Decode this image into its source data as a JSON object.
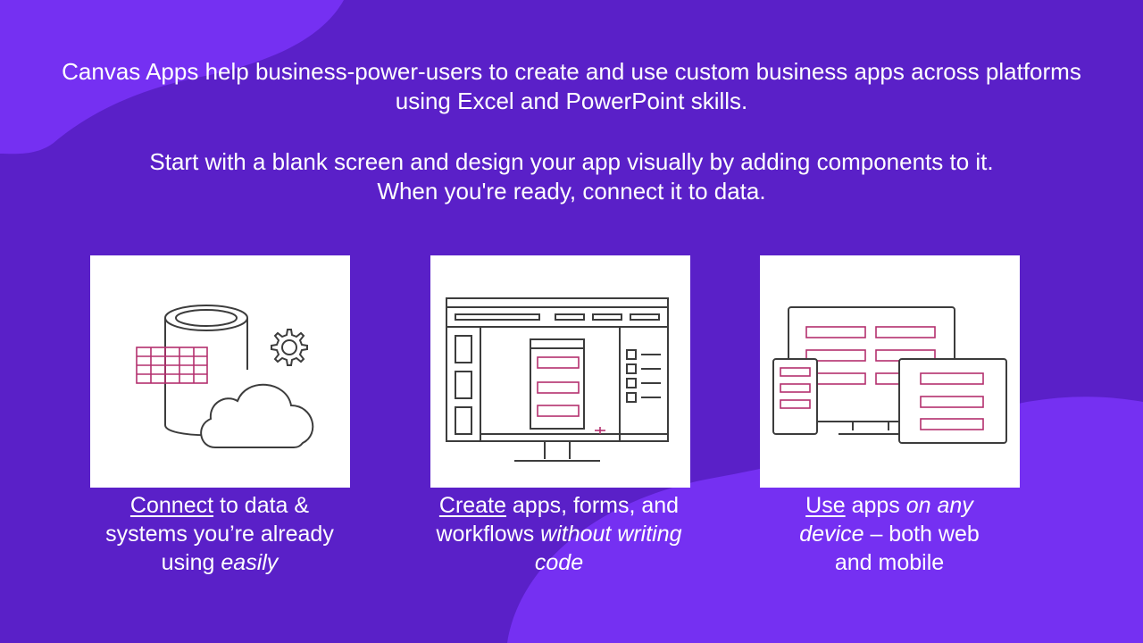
{
  "colors": {
    "background": "#5a20c8",
    "shape_light": "#7530f2",
    "card": "#ffffff",
    "icon_stroke": "#3c3c3c",
    "icon_accent": "#b4306e"
  },
  "intro": {
    "line1": "Canvas Apps help business-power-users to create and use custom business apps across platforms",
    "line2": "using Excel and PowerPoint skills.",
    "line3": "Start with a blank screen and design your app visually by adding components to it.",
    "line4": "When you're ready, connect it to data."
  },
  "cards": [
    {
      "icon": "database-cloud-gear-icon",
      "caption": {
        "underlined": "Connect",
        "text1": " to data &",
        "text2": "systems you’re already",
        "text3": "using ",
        "italic": "easily"
      }
    },
    {
      "icon": "app-designer-screen-icon",
      "caption": {
        "underlined": "Create",
        "text1": " apps, forms, and",
        "text2": "workflows ",
        "italic1": "without writing",
        "italic2": "code"
      }
    },
    {
      "icon": "multi-device-icon",
      "caption": {
        "underlined": "Use",
        "text1": " apps ",
        "italic1": "on any",
        "italic2": "device",
        "text2": " – both web",
        "text3": "and mobile"
      }
    }
  ]
}
